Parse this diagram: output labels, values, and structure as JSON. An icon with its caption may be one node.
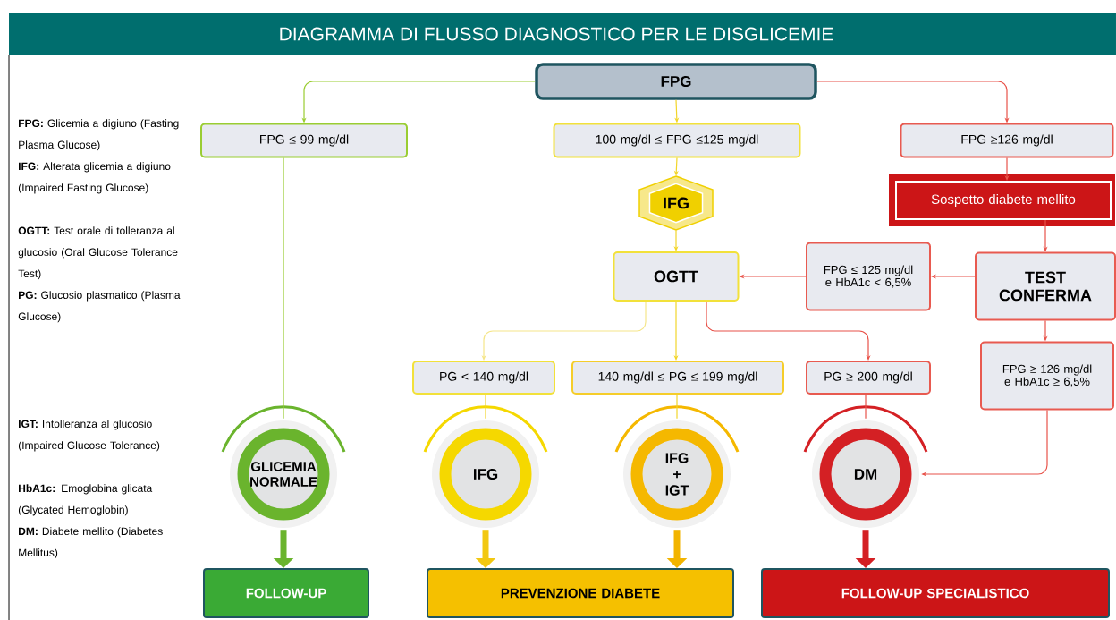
{
  "diagram": {
    "title": "DIAGRAMMA DI FLUSSO DIAGNOSTICO PER LE DISGLICEMIE",
    "nodes": [
      {
        "text": [
          "FPG"
        ]
      },
      {
        "text": [
          "FPG ≤ 99 mg/dl"
        ]
      },
      {
        "text": [
          "100 mg/dl ≤ FPG ≤125 mg/dl"
        ]
      },
      {
        "text": [
          "FPG ≥126 mg/dl"
        ]
      },
      {
        "text": [
          "IFG"
        ]
      },
      {
        "text": [
          "Sospetto diabete mellito"
        ]
      },
      {
        "text": [
          "OGTT"
        ]
      },
      {
        "text": [
          "FPG ≤ 125 mg/dl e HbA1c < 6,5%"
        ]
      },
      {
        "text": [
          "TEST CONFERMA"
        ]
      },
      {
        "text": [
          "PG < 140 mg/dl"
        ]
      },
      {
        "text": [
          "140 mg/dl ≤ PG ≤ 199 mg/dl"
        ]
      },
      {
        "text": [
          "PG ≥ 200 mg/dl"
        ]
      },
      {
        "text": [
          "FPG ≥ 126 mg/dl e HbA1c ≥ 6,5%"
        ]
      },
      {
        "text": [
          "GLICEMIA NORMALE"
        ]
      },
      {
        "text": [
          "IFG"
        ]
      },
      {
        "text": [
          "IFG + IGT"
        ]
      },
      {
        "text": [
          "DM"
        ]
      },
      {
        "text": [
          "FOLLOW-UP"
        ]
      },
      {
        "text": [
          "PREVENZIONE DIABETE"
        ]
      },
      {
        "text": [
          "FOLLOW-UP SPECIALISTICO"
        ]
      }
    ],
    "edges": [
      {
        "from": 0,
        "to": 1,
        "arrow": "to",
        "color": "#9acd32"
      },
      {
        "from": 0,
        "to": 2,
        "arrow": "to",
        "color": "#f2d52a"
      },
      {
        "from": 0,
        "to": 3,
        "arrow": "to",
        "color": "#e8534a"
      },
      {
        "from": 1,
        "to": 13,
        "arrow": "none",
        "color": "#9acd32"
      },
      {
        "from": 2,
        "to": 4,
        "arrow": "to",
        "color": "#f2d52a"
      },
      {
        "from": 4,
        "to": 6,
        "arrow": "to",
        "color": "#f2d52a"
      },
      {
        "from": 3,
        "to": 5,
        "arrow": "to",
        "color": "#e8534a"
      },
      {
        "from": 5,
        "to": 8,
        "arrow": "to",
        "color": "#e8534a"
      },
      {
        "from": 8,
        "to": 7,
        "arrow": "to",
        "color": "#e8534a"
      },
      {
        "from": 7,
        "to": 6,
        "arrow": "to",
        "color": "#e8534a"
      },
      {
        "from": 8,
        "to": 12,
        "arrow": "to",
        "color": "#e8534a"
      },
      {
        "from": 6,
        "to": 9,
        "arrow": "to",
        "color": "#f5e68a"
      },
      {
        "from": 6,
        "to": 10,
        "arrow": "to",
        "color": "#f2d52a"
      },
      {
        "from": 6,
        "to": 11,
        "arrow": "to",
        "color": "#e8534a"
      },
      {
        "from": 9,
        "to": 14,
        "arrow": "none",
        "color": "#f2d52a"
      },
      {
        "from": 10,
        "to": 15,
        "arrow": "none",
        "color": "#f2d52a"
      },
      {
        "from": 11,
        "to": 16,
        "arrow": "none",
        "color": "#e8534a"
      },
      {
        "from": 12,
        "to": 16,
        "arrow": "to",
        "color": "#e8534a"
      },
      {
        "from": 13,
        "to": 17,
        "arrow": "to",
        "style": "thick",
        "color": "#6ab42d"
      },
      {
        "from": 14,
        "to": 18,
        "arrow": "to",
        "style": "thick",
        "color": "#f2c811"
      },
      {
        "from": 15,
        "to": 18,
        "arrow": "to",
        "style": "thick",
        "color": "#f2b400"
      },
      {
        "from": 16,
        "to": 19,
        "arrow": "to",
        "style": "thick",
        "color": "#d42024"
      }
    ],
    "labels": [
      "**FPG:** Glicemia a digiuno (Fasting Plasma Glucose)",
      "**IFG:** Alterata glicemia a digiuno (Impaired Fasting Glucose)",
      "**OGTT:** Test orale di tolleranza al glucosio (Oral Glucose Tolerance Test)",
      "**PG:** Glucosio plasmatico (Plasma Glucose)",
      "**IGT:** Intolleranza al glucosio (Impaired Glucose Tolerance)",
      "**HbA1c:** Emoglobina glicata (Glycated Hemoglobin)",
      "**DM:** Diabete mellito (Diabetes Mellitus)"
    ]
  }
}
